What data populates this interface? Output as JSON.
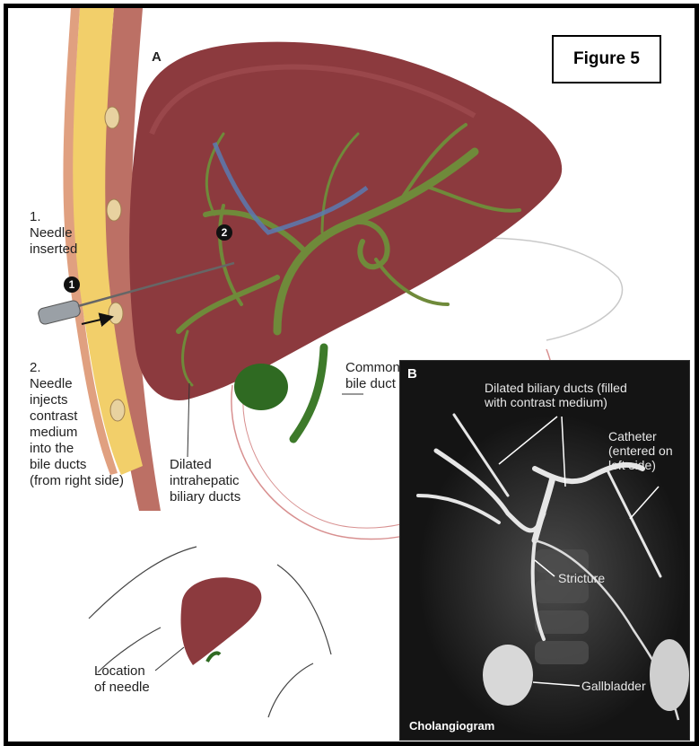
{
  "figure_label": "Figure 5",
  "panel_a_letter": "A",
  "panel_b_letter": "B",
  "steps": {
    "step1_number": "1",
    "step2_number": "2"
  },
  "left_text": {
    "step1_heading": "1.",
    "step1_lines": [
      "Needle",
      "inserted"
    ],
    "step2_heading": "2.",
    "step2_lines": [
      "Needle",
      "injects",
      "contrast",
      "medium",
      "into the",
      "bile ducts",
      "(from right side)"
    ]
  },
  "labels_a": {
    "dilated_intrahepatic": [
      "Dilated",
      "intrahepatic",
      "biliary ducts"
    ],
    "common_bile_duct": [
      "Common",
      "bile duct"
    ],
    "location_of_needle": [
      "Location",
      "of needle"
    ]
  },
  "labels_b": {
    "dilated_biliary": [
      "Dilated biliary ducts (filled",
      "with contrast medium)"
    ],
    "catheter": [
      "Catheter",
      "(entered on",
      "left side)"
    ],
    "stricture": "Stricture",
    "gallbladder": "Gallbladder",
    "caption": "Cholangiogram"
  },
  "colors": {
    "liver": "#8c3a3e",
    "liver_dark": "#6e2a2f",
    "bile_duct_green": "#6f8a3a",
    "vessel_blue": "#5a7ab0",
    "fat_yellow": "#f2cf6a",
    "muscle_red": "#b0574a",
    "xray_bg": "#141414"
  }
}
